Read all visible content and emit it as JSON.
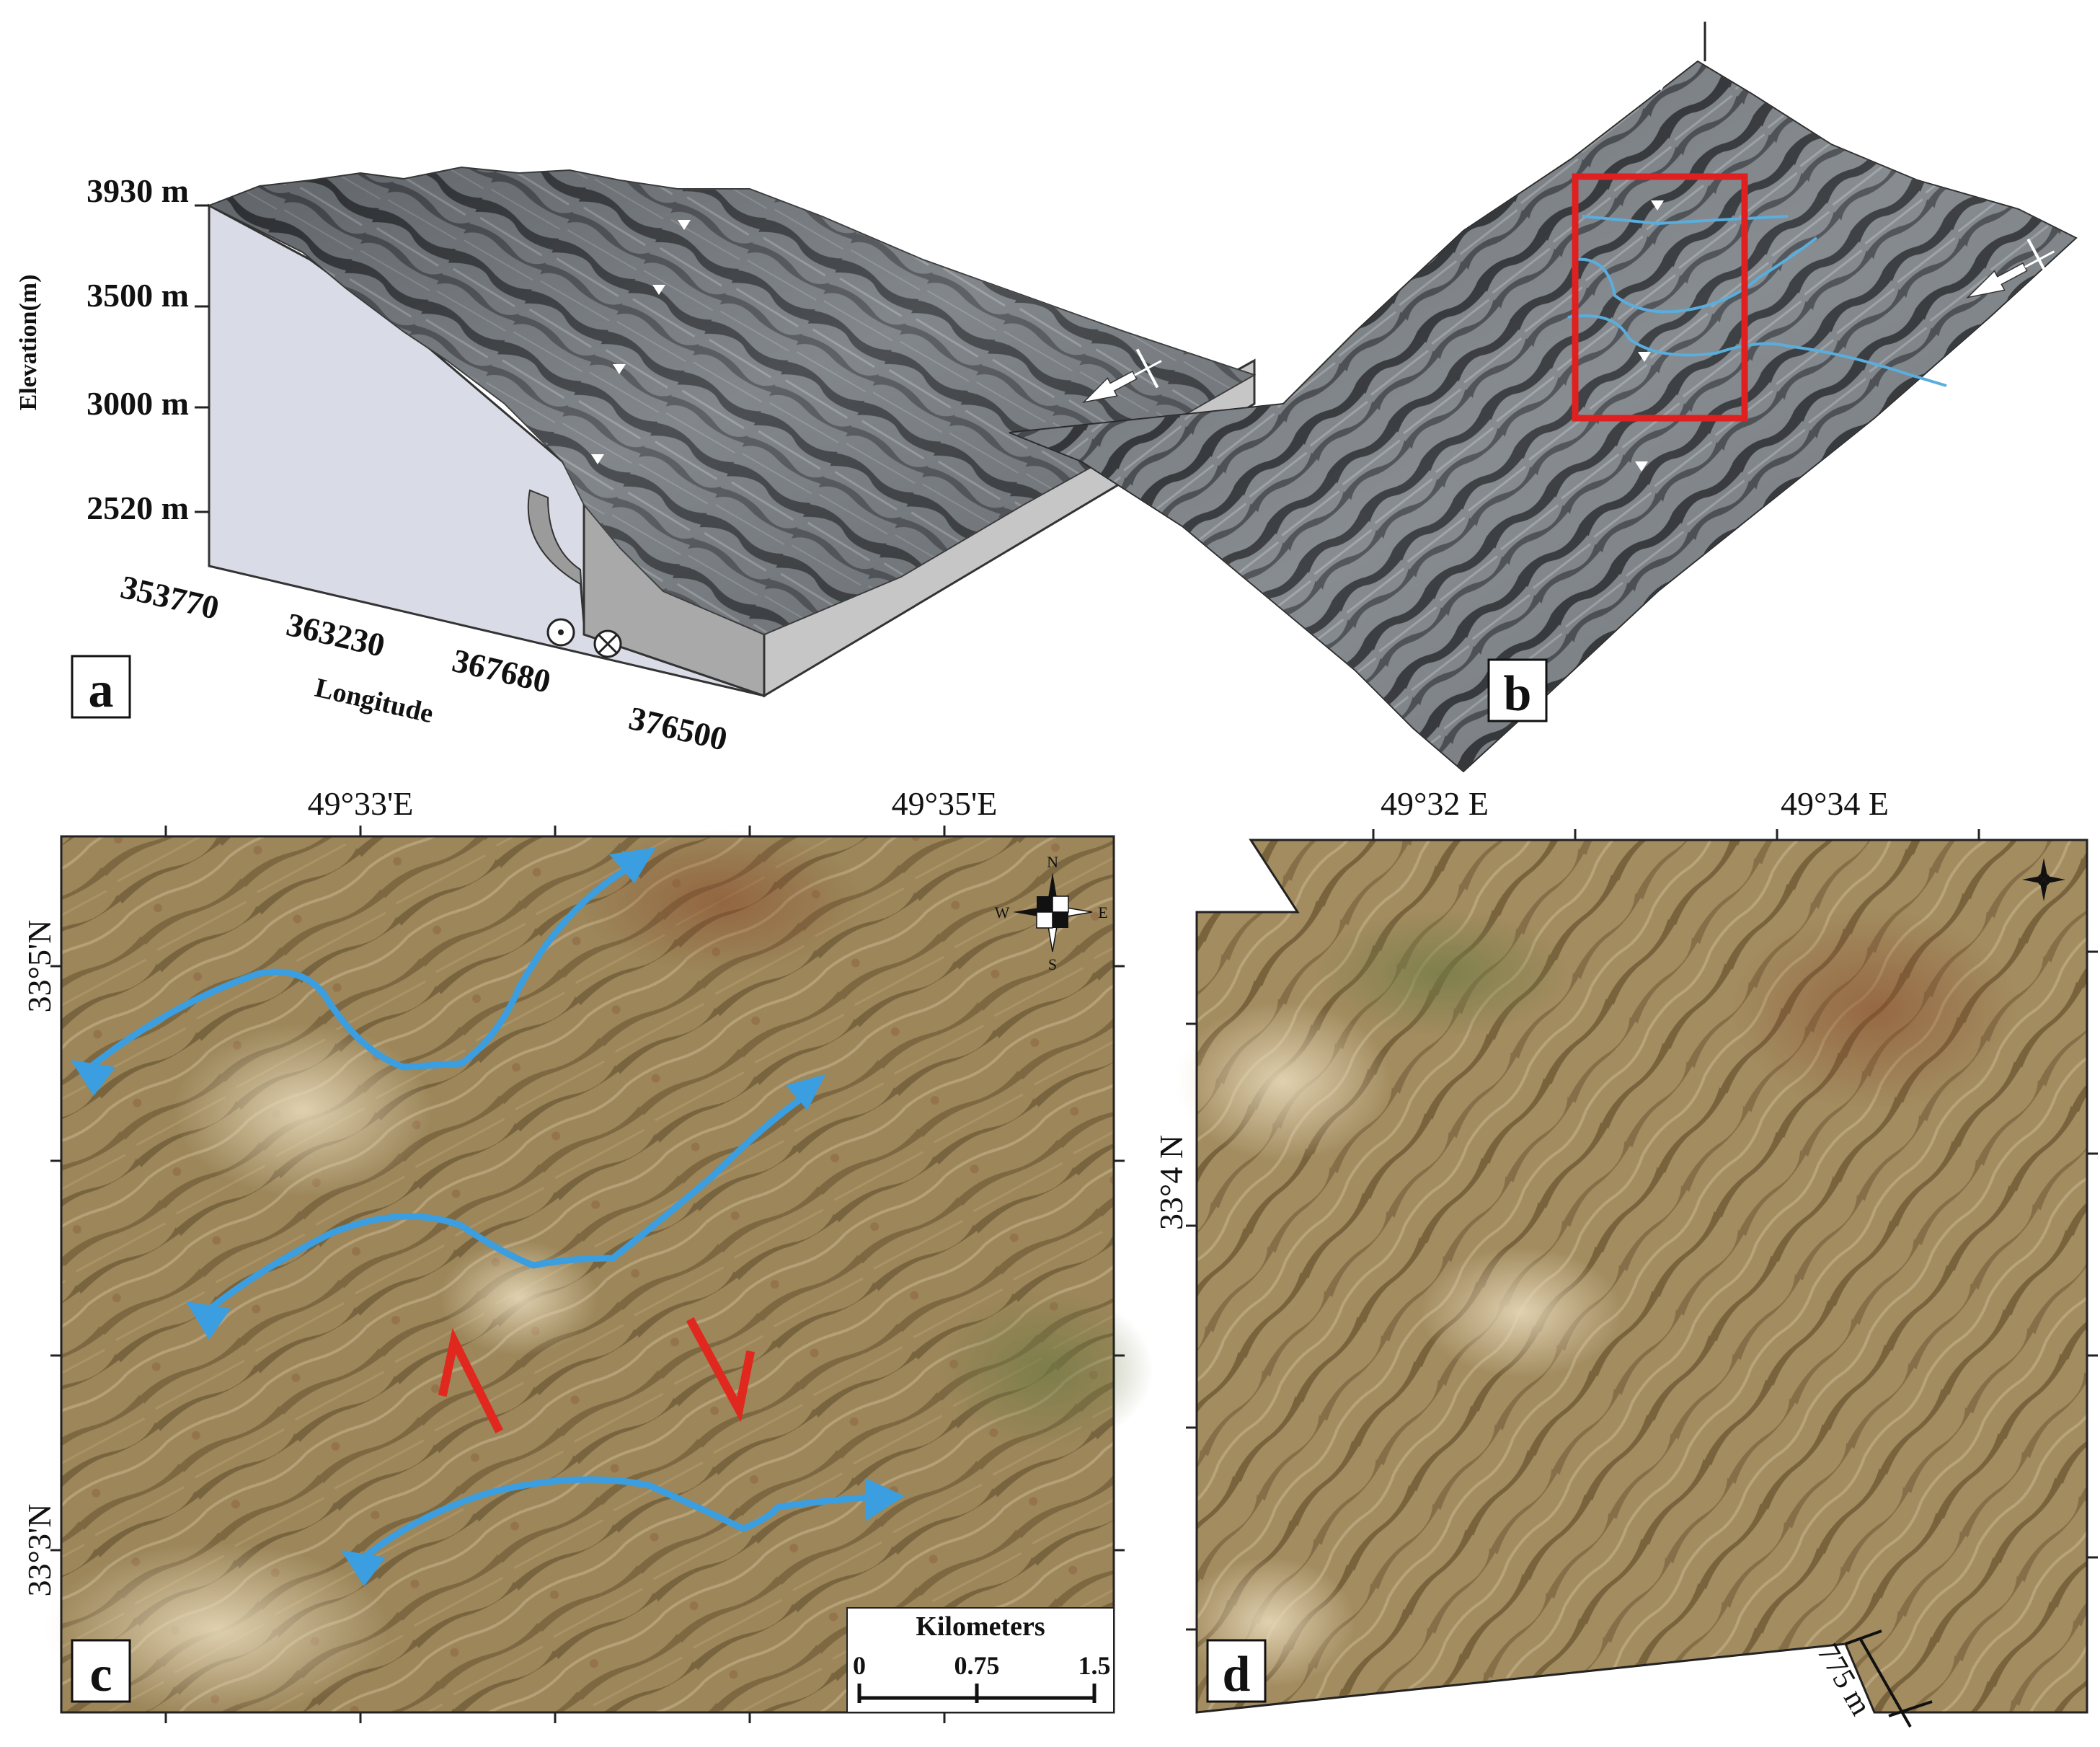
{
  "panels": {
    "a": {
      "label": "a",
      "y_axis_title": "Elevation(m)",
      "x_axis_title": "Longitude",
      "elevation_ticks": [
        "3930 m",
        "3500 m",
        "3000 m",
        "2520 m"
      ],
      "longitude_ticks": [
        "353770",
        "363230",
        "367680",
        "376500"
      ],
      "fault_symbols": [
        "out-of-page",
        "into-page"
      ],
      "surface_tone": "#6e7378"
    },
    "b": {
      "label": "b",
      "highlight_color": "#e02020",
      "drainage_color": "#5aaede"
    },
    "c": {
      "label": "c",
      "top_coords": [
        "49°33'E",
        "49°35'E"
      ],
      "left_coords": [
        "33°5'N",
        "33°3'N"
      ],
      "scale": {
        "title": "Kilometers",
        "ticks": [
          "0",
          "0.75",
          "1.5"
        ]
      },
      "compass": {
        "n": "N",
        "s": "S",
        "e": "E",
        "w": "W"
      },
      "stream_color": "#3a9ee0",
      "arrow_color": "#e0281e"
    },
    "d": {
      "label": "d",
      "top_coords": [
        "49°32 E",
        "49°34 E"
      ],
      "left_coords": [
        "33°4 N"
      ],
      "scale_label": "775 m"
    }
  },
  "colors": {
    "imagery_base": "#a08a5e",
    "imagery_dark": "#6f5a36",
    "imagery_light": "#d4c3a0"
  }
}
